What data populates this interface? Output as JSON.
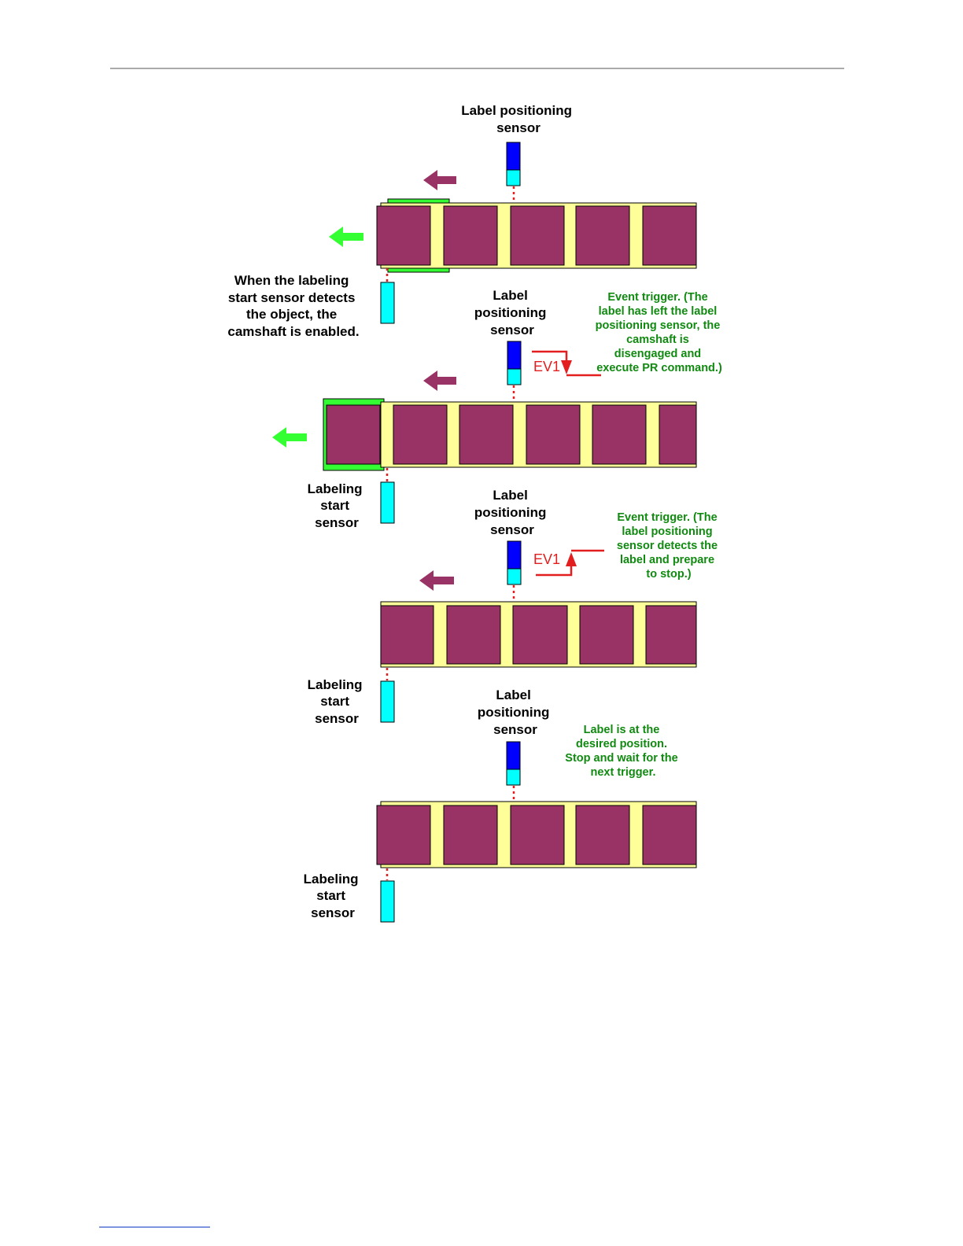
{
  "colors": {
    "label": "#993366",
    "liner": "#ffff99",
    "sensor_top": "#0000ff",
    "sensor_bottom": "#00ffff",
    "object": "#33ff33",
    "label_arrow": "#993366",
    "object_arrow": "#33ff33",
    "event": "#ee1111",
    "annotation": "#108a10"
  },
  "icons": {
    "label_motion": "arrow-left",
    "object_motion": "arrow-left",
    "sensor": "sensor-block",
    "event_arrow": "arrow-down-up"
  },
  "panel1": {
    "positioning_sensor": [
      "Label positioning",
      "sensor"
    ],
    "start_note": [
      "When the labeling",
      "start sensor detects",
      "the object, the",
      "camshaft is enabled."
    ]
  },
  "panel2": {
    "positioning_sensor": [
      "Label",
      "positioning",
      "sensor"
    ],
    "event_label": "EV1",
    "event_note": [
      "Event trigger. (The",
      "label has left the label",
      "positioning sensor, the",
      "camshaft is",
      "disengaged and",
      "execute PR command.)"
    ],
    "start_sensor": [
      "Labeling",
      "start",
      "sensor"
    ]
  },
  "panel3": {
    "positioning_sensor": [
      "Label",
      "positioning",
      "sensor"
    ],
    "event_label": "EV1",
    "event_note": [
      "Event trigger. (The",
      "label positioning",
      "sensor detects the",
      "label and prepare",
      "to stop.)"
    ],
    "start_sensor": [
      "Labeling",
      "start",
      "sensor"
    ]
  },
  "panel4": {
    "positioning_sensor": [
      "Label",
      "positioning",
      "sensor"
    ],
    "status_note": [
      "Label is at the",
      "desired position.",
      "Stop and wait for the",
      "next trigger."
    ],
    "start_sensor": [
      "Labeling",
      "start",
      "sensor"
    ]
  }
}
